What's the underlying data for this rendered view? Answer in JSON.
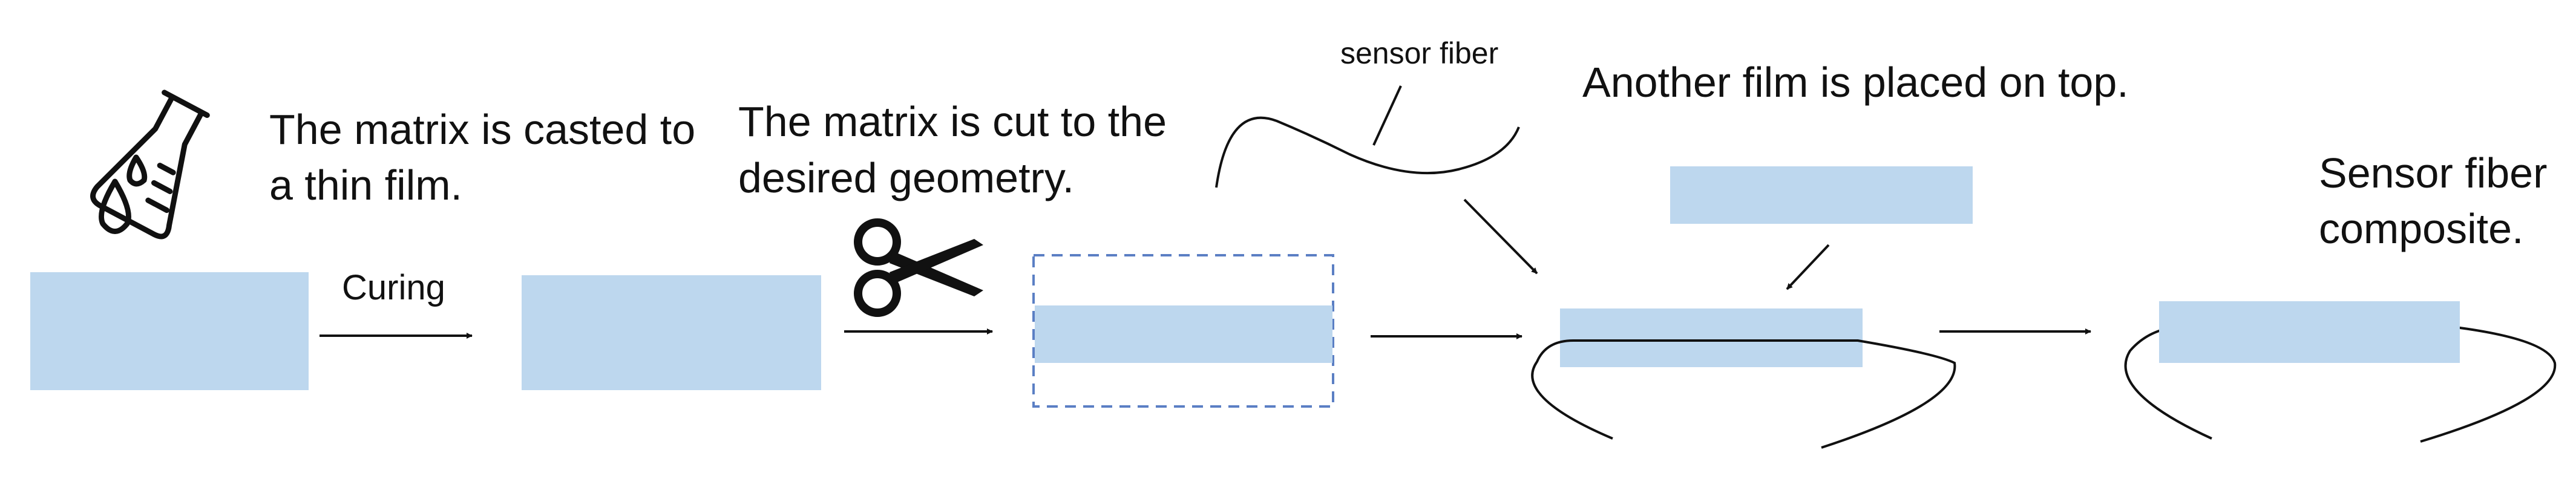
{
  "steps": {
    "cast": {
      "caption_line1": "The matrix is casted to",
      "caption_line2": "a thin film."
    },
    "curing": {
      "label": "Curing"
    },
    "cut": {
      "caption_line1": "The matrix is cut to the",
      "caption_line2": "desired geometry."
    },
    "fiber": {
      "label": "sensor fiber"
    },
    "top": {
      "caption": "Another film is placed on top."
    },
    "composite": {
      "caption_line1": "Sensor fiber",
      "caption_line2": "composite."
    }
  },
  "colors": {
    "film": "#bdd7ee",
    "cut_outline": "#5b7fc4",
    "ink": "#111111"
  },
  "icons": [
    "lab-flask-icon",
    "scissors-icon"
  ]
}
